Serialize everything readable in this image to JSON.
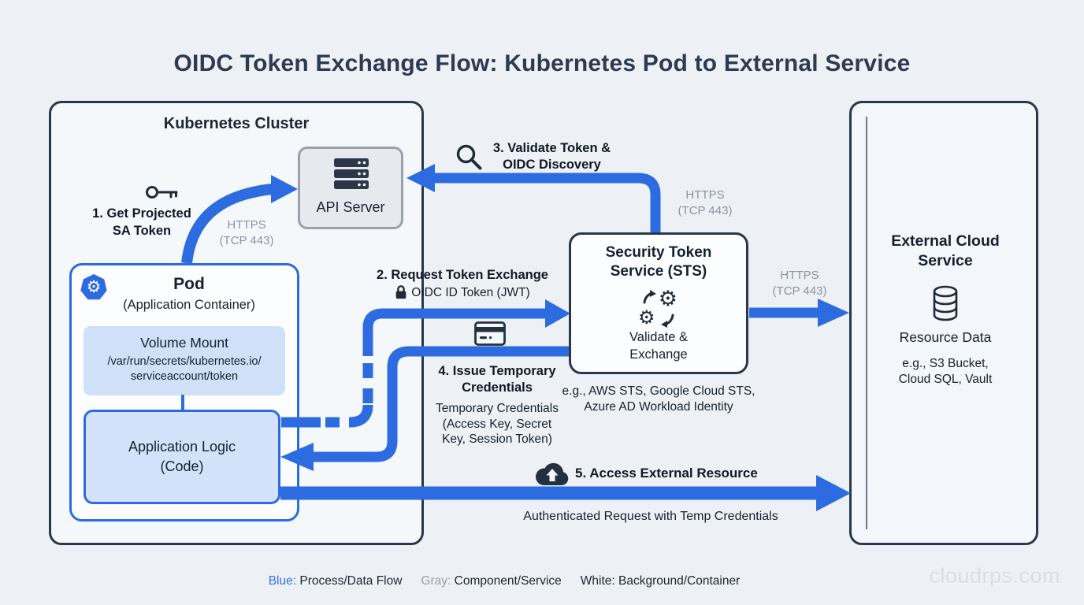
{
  "title": "OIDC Token Exchange Flow: Kubernetes Pod to External Service",
  "watermark": "cloudrps.com",
  "colors": {
    "flow_blue": "#2d6ce0",
    "navy": "#2a3748",
    "gray_label": "#8a93a0",
    "light_blue_fill": "#cfe0f8",
    "component_gray_fill": "#e6e9ed"
  },
  "cluster": {
    "label": "Kubernetes Cluster"
  },
  "api_server": {
    "label": "API Server"
  },
  "pod": {
    "title": "Pod",
    "subtitle": "(Application Container)"
  },
  "volume_mount": {
    "title": "Volume Mount",
    "path1": "/var/run/secrets/kubernetes.io/",
    "path2": "serviceaccount/token"
  },
  "app_logic": {
    "line1": "Application Logic",
    "line2": "(Code)"
  },
  "sts": {
    "title1": "Security Token",
    "title2": "Service (STS)",
    "action1": "Validate &",
    "action2": "Exchange",
    "examples1": "e.g., AWS STS, Google Cloud STS,",
    "examples2": "Azure AD Workload Identity"
  },
  "external": {
    "title1": "External Cloud",
    "title2": "Service",
    "resource": "Resource Data",
    "examples1": "e.g., S3 Bucket,",
    "examples2": "Cloud SQL, Vault"
  },
  "https": {
    "line1": "HTTPS",
    "line2": "(TCP 443)"
  },
  "steps": {
    "s1_line1": "1. Get Projected",
    "s1_line2": "SA Token",
    "s2_title": "2. Request Token Exchange",
    "s2_sub": "OIDC ID Token (JWT)",
    "s3_line1": "3. Validate Token &",
    "s3_line2": "OIDC Discovery",
    "s4_line1": "4. Issue Temporary",
    "s4_line2": "Credentials",
    "s4_sub1": "Temporary Credentials",
    "s4_sub2": "(Access Key, Secret",
    "s4_sub3": "Key, Session Token)",
    "s5_title": "5. Access External Resource",
    "s5_sub": "Authenticated Request with Temp Credentials"
  },
  "legend": {
    "blue_key": "Blue:",
    "blue_val": "Process/Data Flow",
    "gray_key": "Gray:",
    "gray_val": "Component/Service",
    "white_key": "White:",
    "white_val": "Background/Container"
  }
}
